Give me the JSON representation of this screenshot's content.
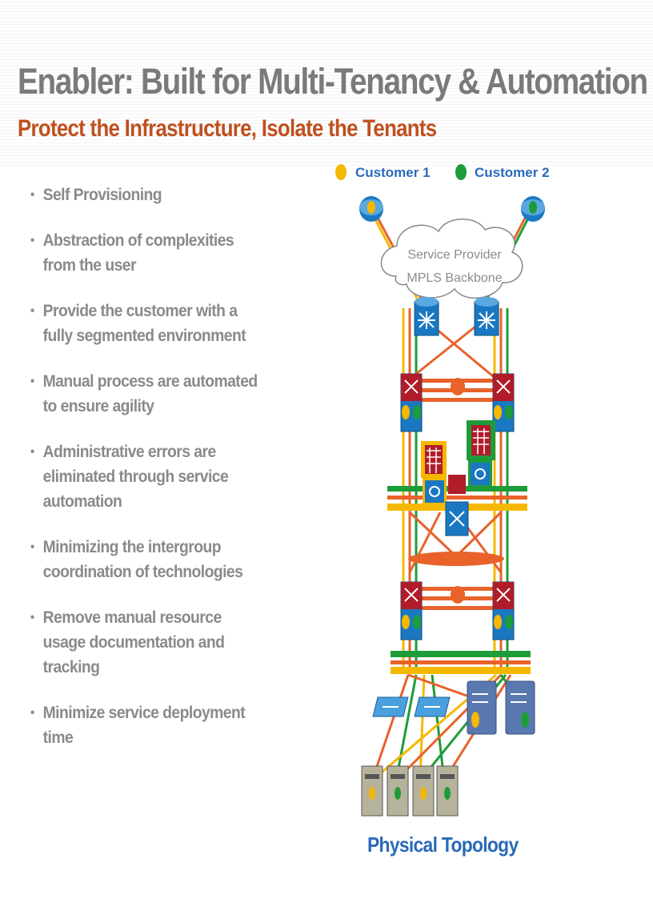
{
  "slide": {
    "title": "Enabler: Built for Multi-Tenancy & Automation",
    "subtitle": "Protect the Infrastructure, Isolate the Tenants"
  },
  "bullets": [
    "Self Provisioning",
    "Abstraction of complexities from the user",
    "Provide the customer with a fully segmented environment",
    "Manual process are automated to ensure agility",
    "Administrative errors are eliminated through service automation",
    "Minimizing the intergroup coordination of technologies",
    "Remove manual resource usage documentation and tracking",
    "Minimize service deployment time"
  ],
  "diagram": {
    "legend": [
      {
        "label": "Customer 1",
        "color": "#f5b800"
      },
      {
        "label": "Customer 2",
        "color": "#1e9c3a"
      }
    ],
    "cloud_line1": "Service Provider",
    "cloud_line2": "MPLS Backbone",
    "caption": "Physical Topology",
    "colors": {
      "orange_link": "#e8622a",
      "yellow_link": "#f5b800",
      "green_link": "#1e9c3a",
      "device_blue": "#1a78c2",
      "firewall_red": "#b01c2a",
      "server_gray": "#9a9a8a"
    }
  }
}
